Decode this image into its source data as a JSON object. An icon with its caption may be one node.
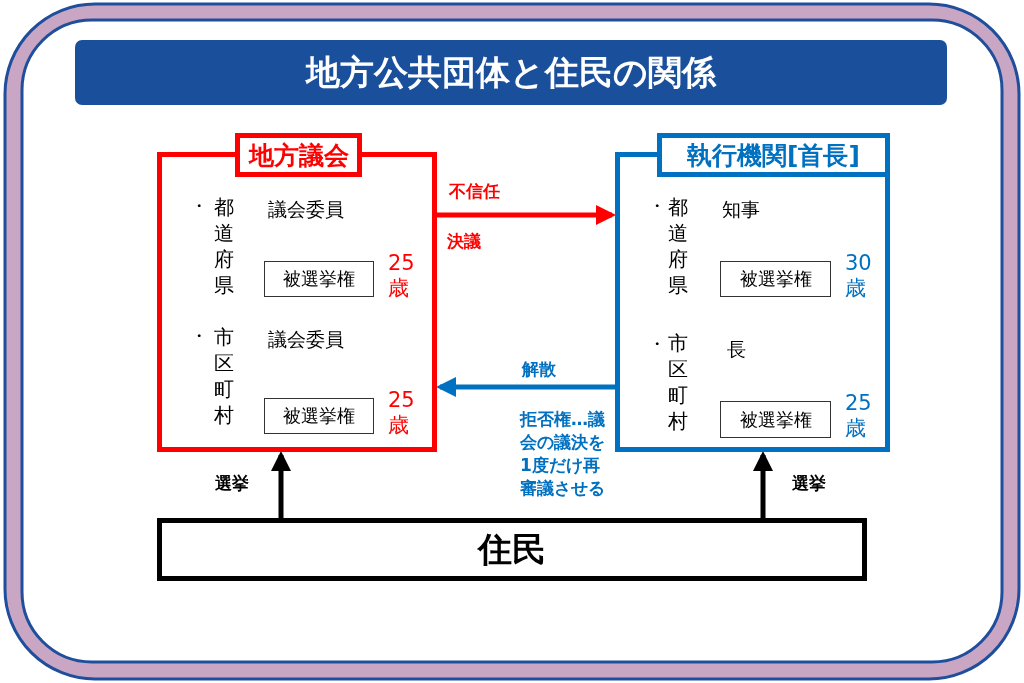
{
  "diagram": {
    "title": "地方公共団体と住民の関係",
    "nodes": [
      {
        "text": [
          "地方議会"
        ]
      },
      {
        "text": [
          "被選挙権"
        ],
        "in": 0,
        "beside": [
          "25歳"
        ]
      },
      {
        "text": [
          "被選挙権"
        ],
        "in": 0,
        "beside": [
          "25歳"
        ]
      },
      {
        "text": [
          "執行機関[首長]"
        ]
      },
      {
        "text": [
          "被選挙権"
        ],
        "in": 3,
        "beside": [
          "30歳"
        ]
      },
      {
        "text": [
          "被選挙権"
        ],
        "in": 3,
        "beside": [
          "25歳"
        ]
      },
      {
        "text": [
          "住民"
        ]
      }
    ],
    "edges": [
      {
        "from": 0,
        "to": 3,
        "arrow": "to",
        "label": "不信任",
        "color": "#ff0000"
      },
      {
        "from": 3,
        "to": 0,
        "arrow": "to",
        "label": "解散",
        "color": "#0070c0"
      },
      {
        "from": 6,
        "to": 0,
        "arrow": "to",
        "label": "選挙"
      },
      {
        "from": 6,
        "to": 3,
        "arrow": "to",
        "label": "選挙"
      }
    ],
    "labels": [
      "・",
      "都道府県",
      "議会委員",
      "・",
      "市区町村",
      "議会委員",
      "・",
      "都道府県",
      "知事",
      "・",
      "市区町村",
      "長",
      "決議",
      "拒否権…議会の議決を1度だけ再審議させる"
    ]
  }
}
